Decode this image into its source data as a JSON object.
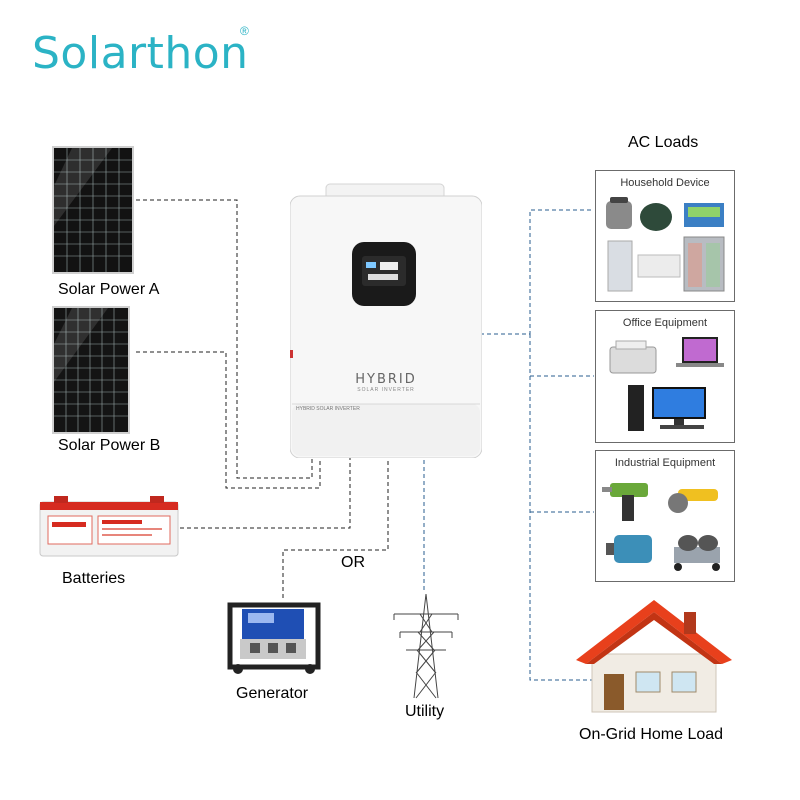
{
  "brand": {
    "name": "Solarthon",
    "registered": "®"
  },
  "inverter": {
    "title": "HYBRID",
    "subtitle": "SOLAR INVERTER",
    "band_text": "HYBRID SOLAR INVERTER"
  },
  "sources": {
    "solar_a": "Solar Power A",
    "solar_b": "Solar Power B",
    "batteries": "Batteries",
    "generator": "Generator",
    "utility": "Utility",
    "or": "OR"
  },
  "loads": {
    "heading": "AC Loads",
    "household": "Household Device",
    "office": "Office Equipment",
    "industrial": "Industrial Equipment",
    "home": "On-Grid Home Load"
  },
  "colors": {
    "brand": "#2bb3c5",
    "ac_line": "#2a5d8f",
    "dc_line": "#222222",
    "roof": "#e8401c"
  }
}
